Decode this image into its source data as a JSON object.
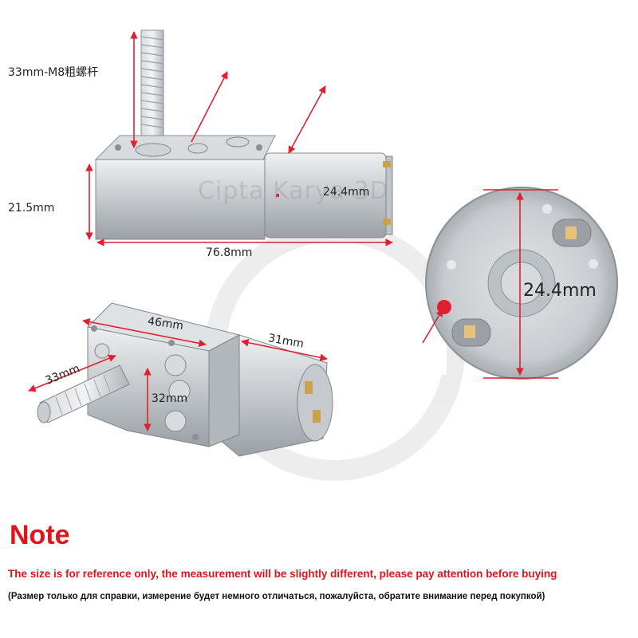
{
  "labels": {
    "rod": "33mm-M8粗螺杆",
    "height_top": "21.5mm",
    "motor_dia_top": "24.4mm",
    "length_total": "76.8mm",
    "box_width": "46mm",
    "motor_len": "31mm",
    "shaft_len": "33mm",
    "box_height": "32mm",
    "end_dia": "24.4mm"
  },
  "watermark": "Cipta Karya 3D",
  "note": {
    "title": "Note",
    "english": "The size is for reference only, the measurement will be slightly different, please pay attention before buying",
    "russian": "(Размер только для справки, измерение будет немного отличаться, пожалуйста, обратите внимание перед покупкой)"
  },
  "colors": {
    "note_red": "#e0141b",
    "dimension_red": "#e02030",
    "metal": "#c9ccd0"
  }
}
